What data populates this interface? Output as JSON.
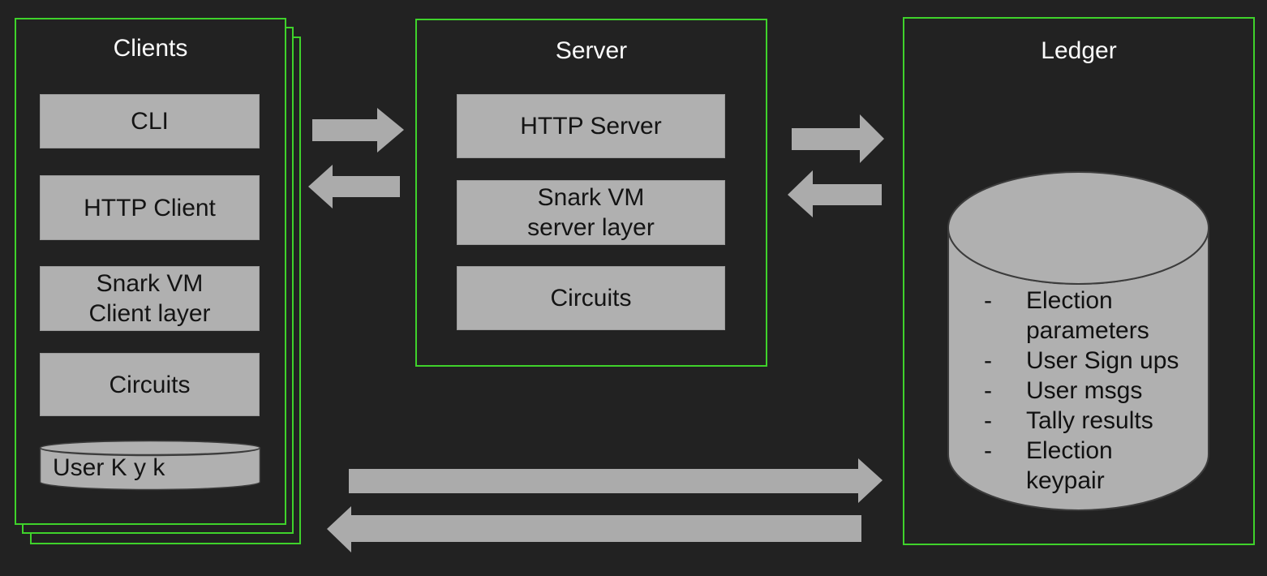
{
  "colors": {
    "background": "#222222",
    "accent_green": "#3fd22b",
    "block_fill": "#b0b0b0",
    "arrow_fill": "#ababab",
    "block_text": "#141414",
    "title_text": "#fbfbfb"
  },
  "clients": {
    "title": "Clients",
    "blocks": [
      {
        "label": "CLI"
      },
      {
        "label": "HTTP Client"
      },
      {
        "label": "Snark VM",
        "label2": "Client layer"
      },
      {
        "label": "Circuits"
      }
    ],
    "datastore": {
      "label": "User K y k"
    }
  },
  "server": {
    "title": "Server",
    "blocks": [
      {
        "label": "HTTP Server"
      },
      {
        "label": "Snark VM",
        "label2": "server layer"
      },
      {
        "label": "Circuits"
      }
    ]
  },
  "ledger": {
    "title": "Ledger",
    "bullet": "-",
    "items": [
      "Election parameters",
      "User Sign ups",
      "User msgs",
      "Tally results",
      "Election keypair"
    ]
  }
}
